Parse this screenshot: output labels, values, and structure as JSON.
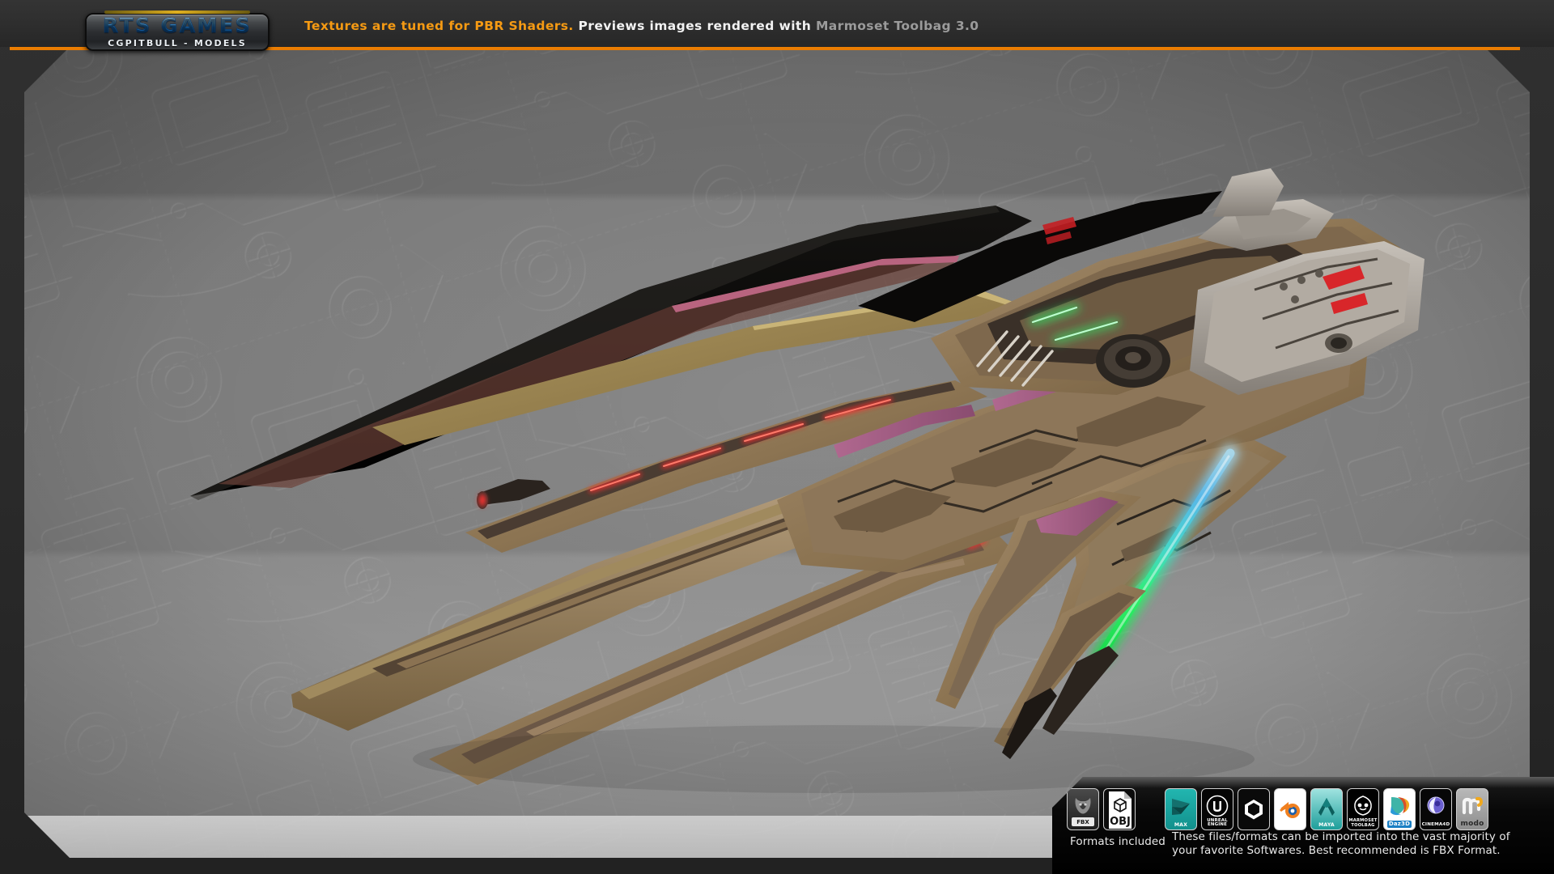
{
  "header": {
    "logo": {
      "main": "RTS GAMES",
      "sub": "CGPITBULL - MODELS"
    },
    "tagline_orange": "Textures are tuned for PBR Shaders.",
    "tagline_white": " Previews images rendered with ",
    "tagline_gray": "Marmoset Toolbag 3.0",
    "accent_color": "#f59a13",
    "strip_color": "#fb8b06"
  },
  "preview": {
    "subject": "sci-fi-spaceship-render",
    "background": "embossed-blueprint-pattern",
    "bg_color": "#7d7d7d",
    "hull_colors": {
      "bronze": "#8a7050",
      "tan": "#9c8a6e",
      "dark": "#1b1715",
      "magenta_accent": "#a8628c",
      "red_glow": "#e8252a",
      "green_glow": "#2bf06a",
      "cyan_glow": "#35c8e8"
    }
  },
  "footer": {
    "formats_label": "Formats included",
    "note": "These files/formats can be imported into the vast majority of\nyour favorite Softwares. Best recommended is FBX Format.",
    "format_icons": [
      {
        "name": "fbx",
        "label": "FBX"
      },
      {
        "name": "obj",
        "label": "OBJ"
      }
    ],
    "software_icons": [
      {
        "name": "3ds-max",
        "label": "MAX",
        "bg": "#1aa2a2"
      },
      {
        "name": "unreal-engine",
        "label": "UNREAL\nENGINE",
        "bg": "#050505"
      },
      {
        "name": "unity",
        "label": "",
        "bg": "#0a0a0a"
      },
      {
        "name": "blender",
        "label": "",
        "bg": "#ffffff"
      },
      {
        "name": "maya",
        "label": "MAYA",
        "bg": "#1e9e9e"
      },
      {
        "name": "marmoset-toolbag",
        "label": "MARMOSET\nTOOLBAG",
        "bg": "#000000"
      },
      {
        "name": "daz3d",
        "label": "Daz3D",
        "bg": "#ffffff"
      },
      {
        "name": "cinema4d",
        "label": "CINEMA4D",
        "bg": "#070707"
      },
      {
        "name": "modo",
        "label": "modo",
        "bg": "#a8a8a8"
      }
    ]
  }
}
